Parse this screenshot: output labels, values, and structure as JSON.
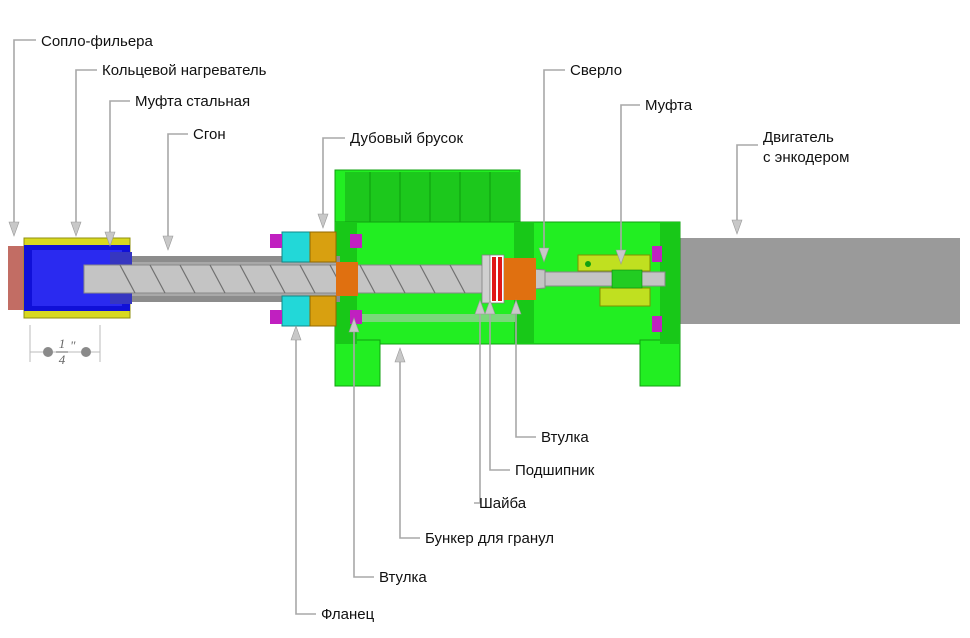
{
  "labels": {
    "nozzle": "Сопло-фильера",
    "heater": "Кольцевой нагреватель",
    "steel_coupling": "Муфта стальная",
    "sgon": "Сгон",
    "oak_block": "Дубовый брусок",
    "drill": "Сверло",
    "coupling": "Муфта",
    "motor_line1": "Двигатель",
    "motor_line2": "с энкодером",
    "sleeve_right": "Втулка",
    "bearing": "Подшипник",
    "washer": "Шайба",
    "hopper": "Бункер для гранул",
    "sleeve_left": "Втулка",
    "flange": "Фланец"
  },
  "dimension": {
    "numerator": "1",
    "denominator": "4",
    "unit": "\""
  },
  "colors": {
    "nozzle": "#c26d64",
    "heater_body": "#1010d8",
    "heater_rim": "#d8d820",
    "auger": "#c4c4c4",
    "tube": "#8c8c8c",
    "housing": "#22ee22",
    "housing_dark": "#18c018",
    "flange": "#22d8d8",
    "oak": "#d8a010",
    "bushing": "#e07010",
    "bearing": "#e01818",
    "magenta": "#c020c0",
    "motor": "#9a9a9a",
    "coupling": "#c0e020"
  }
}
